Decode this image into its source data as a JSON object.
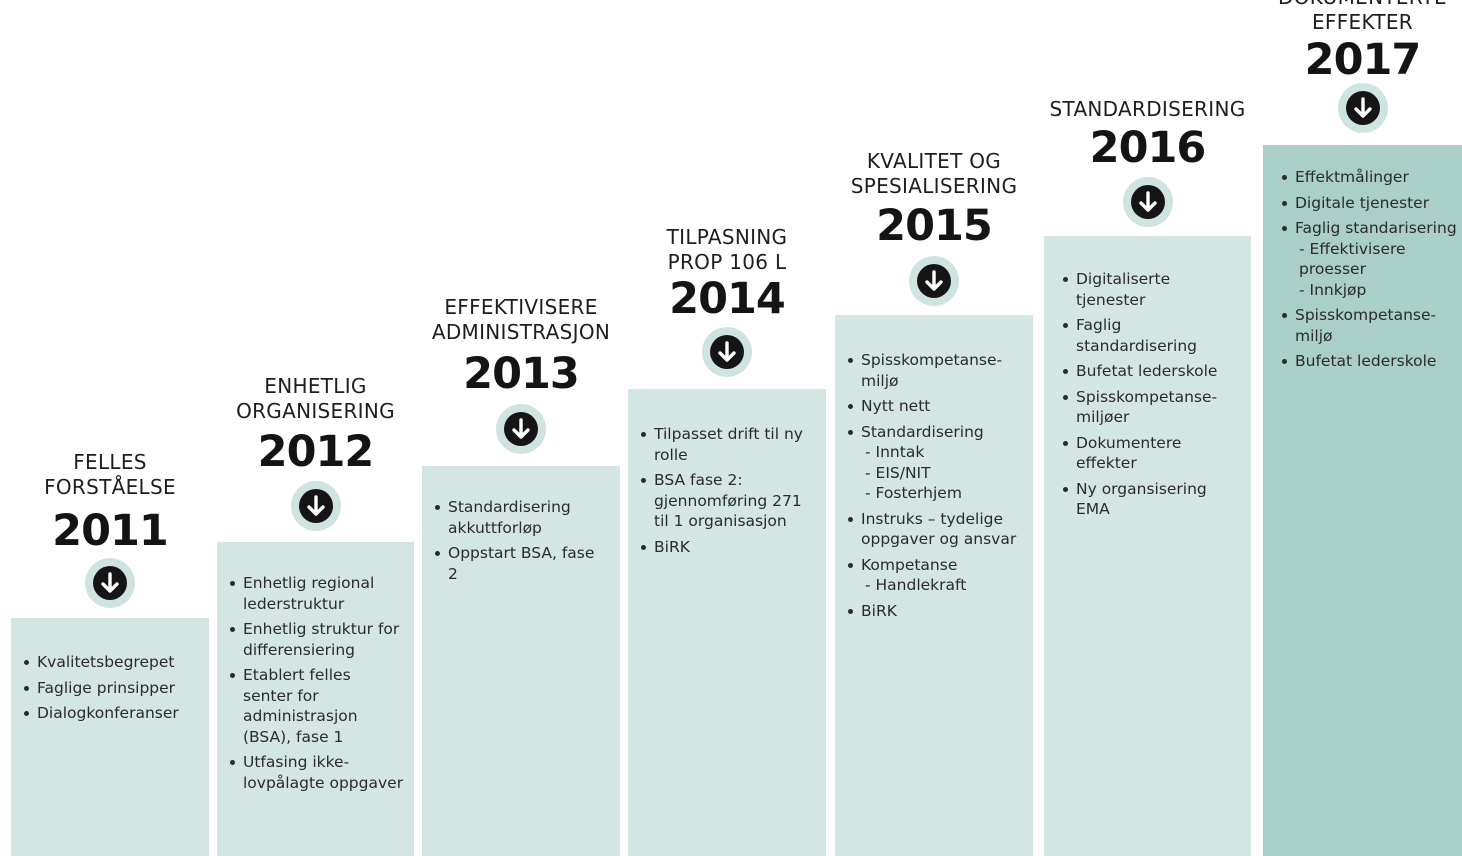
{
  "steps": [
    {
      "heading": "FELLES\nFORSTÅELSE",
      "year": "2011",
      "items": [
        {
          "text": "Kvalitetsbegrepet"
        },
        {
          "text": "Faglige prinsipper"
        },
        {
          "text": "Dialogkonferanser"
        }
      ]
    },
    {
      "heading": "ENHETLIG\nORGANISERING",
      "year": "2012",
      "items": [
        {
          "text": "Enhetlig regional lederstruktur"
        },
        {
          "text": "Enhetlig struktur for differensiering"
        },
        {
          "text": "Etablert felles senter for administrasjon (BSA), fase 1"
        },
        {
          "text": "Utfasing ikke-lovpålagte oppgaver"
        }
      ]
    },
    {
      "heading": "EFFEKTIVISERE\nADMINISTRASJON",
      "year": "2013",
      "items": [
        {
          "text": "Standardisering akkuttforløp"
        },
        {
          "text": "Oppstart BSA, fase 2"
        }
      ]
    },
    {
      "heading": "TILPASNING\nPROP 106 L",
      "year": "2014",
      "items": [
        {
          "text": "Tilpasset drift til ny rolle"
        },
        {
          "text": "BSA fase 2: gjennomføring 271 til 1 organisasjon"
        },
        {
          "text": "BiRK"
        }
      ]
    },
    {
      "heading": "KVALITET OG\nSPESIALISERING",
      "year": "2015",
      "items": [
        {
          "text": "Spisskompetanse-miljø"
        },
        {
          "text": "Nytt nett"
        },
        {
          "text": "Standardisering"
        },
        {
          "text": "- Inntak",
          "sub": true
        },
        {
          "text": "- EIS/NIT",
          "sub": true
        },
        {
          "text": "- Fosterhjem",
          "sub": true
        },
        {
          "text": "Instruks – tydelige oppgaver og ansvar"
        },
        {
          "text": "Kompetanse"
        },
        {
          "text": "- Handlekraft",
          "sub": true
        },
        {
          "text": "BiRK"
        }
      ]
    },
    {
      "heading": "STANDARDISERING",
      "year": "2016",
      "items": [
        {
          "text": "Digitaliserte tjenester"
        },
        {
          "text": "Faglig standardisering"
        },
        {
          "text": "Bufetat lederskole"
        },
        {
          "text": "Spisskompetanse-miljøer"
        },
        {
          "text": "Dokumentere effekter"
        },
        {
          "text": "Ny organsisering EMA"
        }
      ]
    },
    {
      "heading": "DOKUMENTERTE\nEFFEKTER",
      "year": "2017",
      "items": [
        {
          "text": "Effektmålinger"
        },
        {
          "text": "Digitale tjenester"
        },
        {
          "text": "Faglig standarisering"
        },
        {
          "text": "- Effektivisere proesser",
          "sub": true
        },
        {
          "text": "- Innkjøp",
          "sub": true
        },
        {
          "text": "Spisskompetanse-miljø"
        },
        {
          "text": "Bufetat lederskole"
        }
      ]
    }
  ],
  "colors": {
    "box": "#d3e6e3",
    "box_last": "#a9cfc8",
    "arrow_ring": "#cfe4e0",
    "arrow_fill": "#151515"
  },
  "icons": {
    "arrow": "arrow-down-circle-icon"
  }
}
